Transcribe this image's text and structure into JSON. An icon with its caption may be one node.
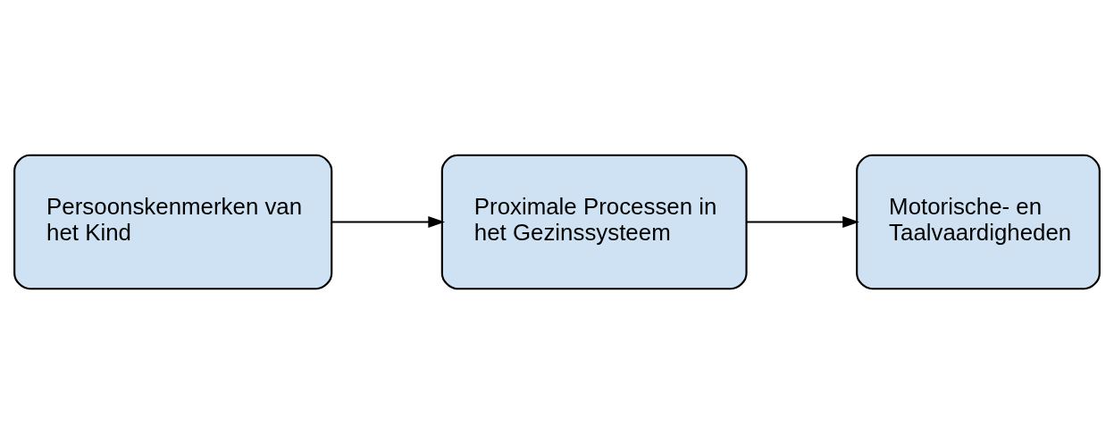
{
  "diagram": {
    "nodes": [
      {
        "text": [
          "Persoonskenmerken van het Kind"
        ]
      },
      {
        "text": [
          "Proximale Processen in het Gezinssysteem"
        ]
      },
      {
        "text": [
          "Motorische- en Taalvaardigheden"
        ]
      }
    ],
    "edges": [
      {
        "from": 0,
        "to": 1,
        "arrow": "to"
      },
      {
        "from": 1,
        "to": 2,
        "arrow": "to"
      }
    ]
  }
}
